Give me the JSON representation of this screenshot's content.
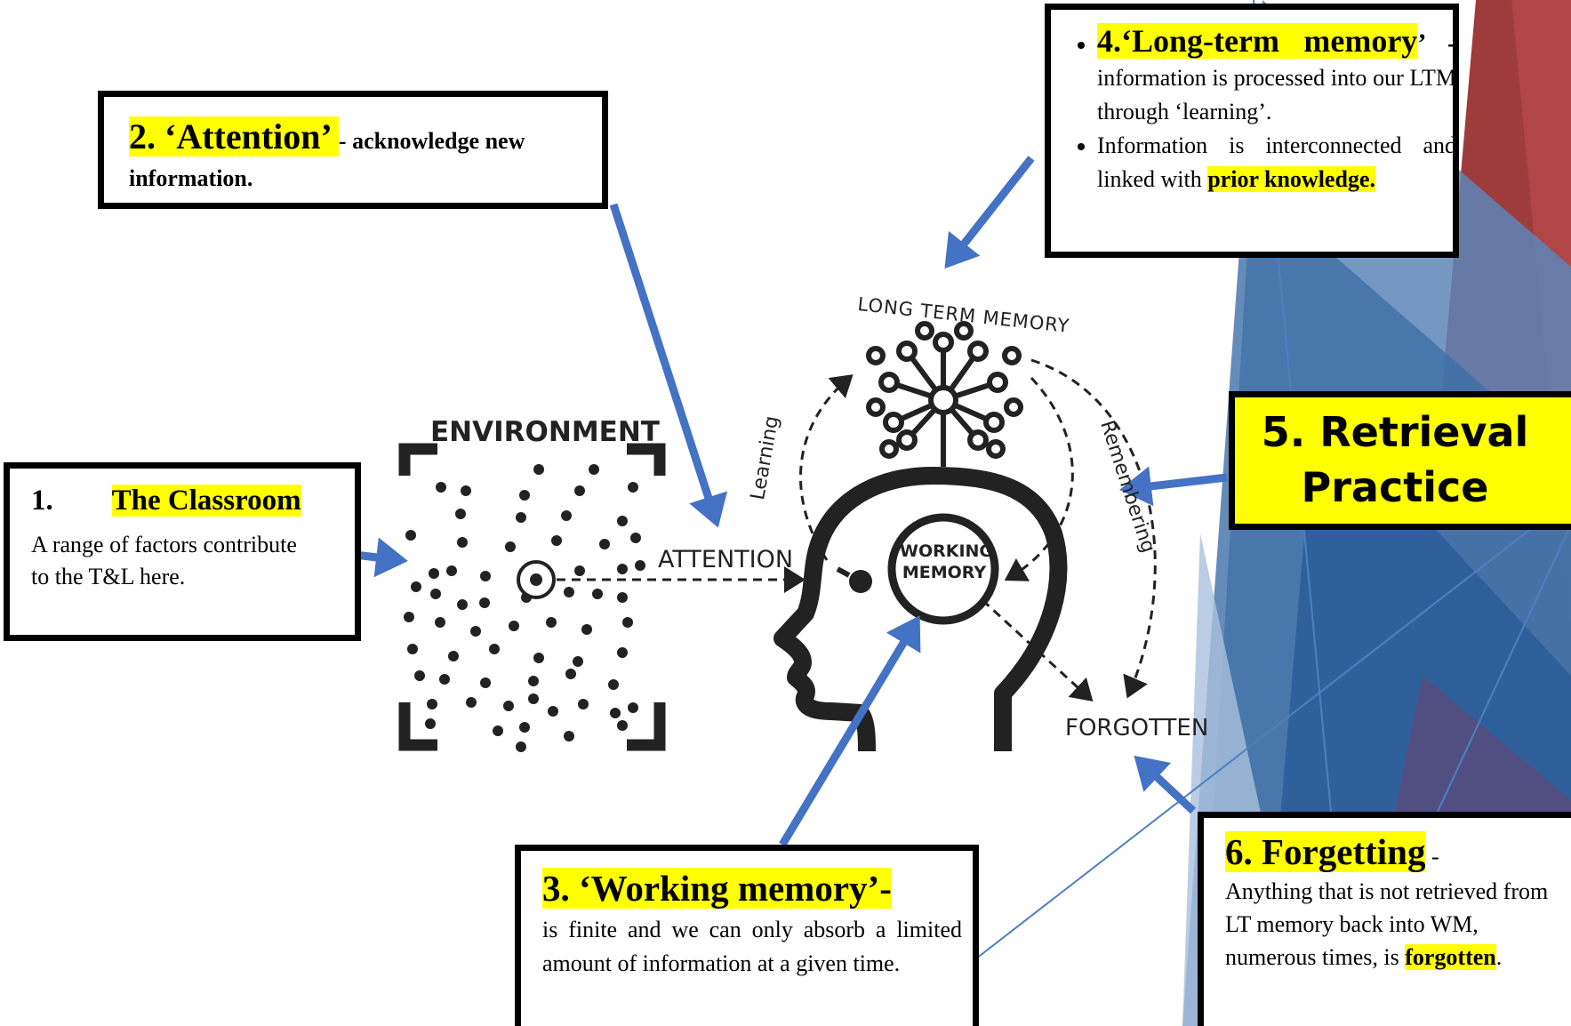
{
  "colors": {
    "highlight": "#ffff00",
    "arrow": "#4472c4",
    "frame": "#000000",
    "deco_blue": "#2e5d99",
    "deco_red": "#a83a3a"
  },
  "diagram": {
    "environment_label": "ENVIRONMENT",
    "attention_label": "ATTENTION",
    "long_term_memory_label": "LONG TERM MEMORY",
    "learning_label": "Learning",
    "remembering_label": "Remembering",
    "working_memory_line1": "WORKING",
    "working_memory_line2": "MEMORY",
    "forgotten_label": "FORGOTTEN"
  },
  "boxes": {
    "classroom": {
      "number": "1.",
      "title": "The Classroom",
      "body": "A range of factors contribute to the T&L here."
    },
    "attention": {
      "number": "2.",
      "title": "‘Attention’",
      "dash": " - ",
      "body": "acknowledge new information."
    },
    "working_memory": {
      "title": "3. ‘Working memory’-",
      "body": "is finite and we can only absorb a limited amount of information at a given time."
    },
    "long_term_memory": {
      "bullet1_title": "4.‘Long-term memory",
      "bullet1_tail": "’ -",
      "bullet1_body": "information is processed into our LTM through ‘learning’.",
      "bullet2_body": "Information is interconnected and linked with",
      "bullet2_highlight": "prior knowledge."
    },
    "retrieval": {
      "text": "5. Retrieval Practice"
    },
    "forgetting": {
      "title": "6. Forgetting",
      "dash": " -",
      "body": "Anything that is not retrieved from LT memory back into WM, numerous times, is",
      "highlight": "forgotten",
      "end": "."
    }
  }
}
